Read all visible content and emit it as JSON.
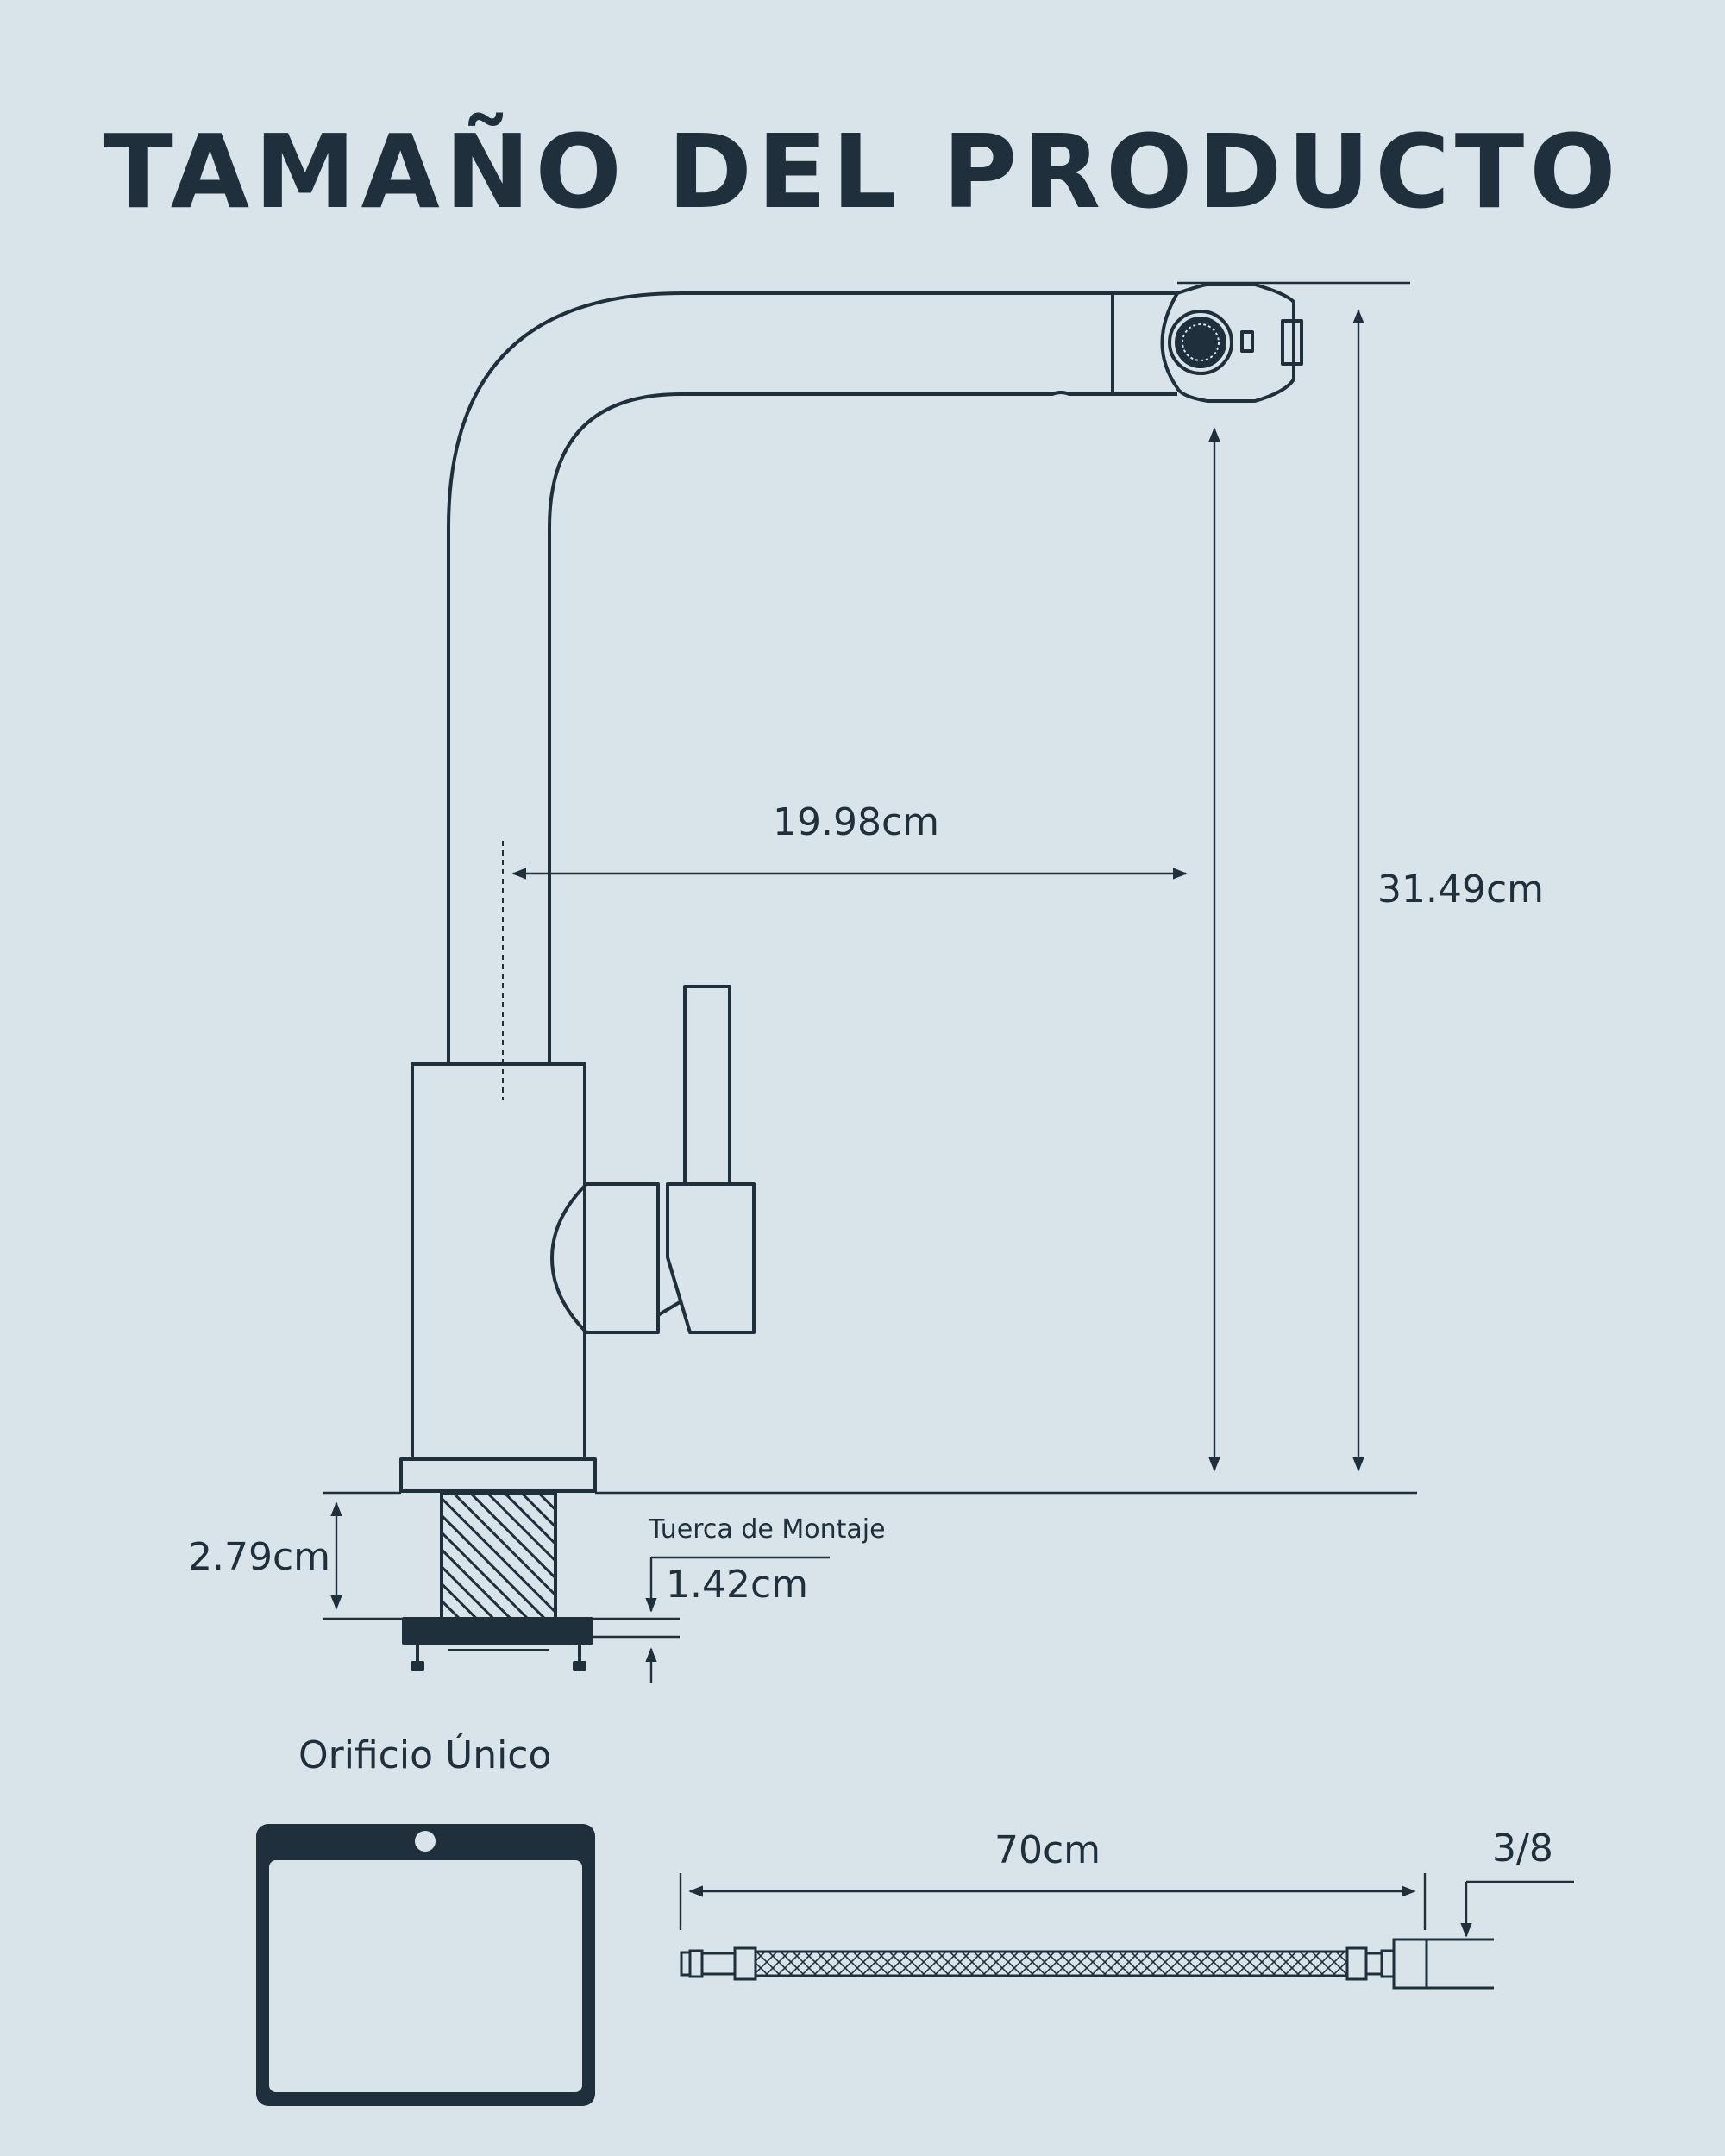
{
  "title": "TAMAÑO DEL PRODUCTO",
  "dimensions": {
    "spout_reach": "19.98cm",
    "total_height": "31.49cm",
    "base_height": "2.79cm",
    "nut_thickness": "1.42cm",
    "hose_length": "70cm",
    "hose_thread": "3/8"
  },
  "labels": {
    "mounting_nut": "Tuerca de Montaje",
    "single_hole": "Orificio Único"
  },
  "colors": {
    "background": "#d9e4ea",
    "line": "#1f2f3b"
  }
}
